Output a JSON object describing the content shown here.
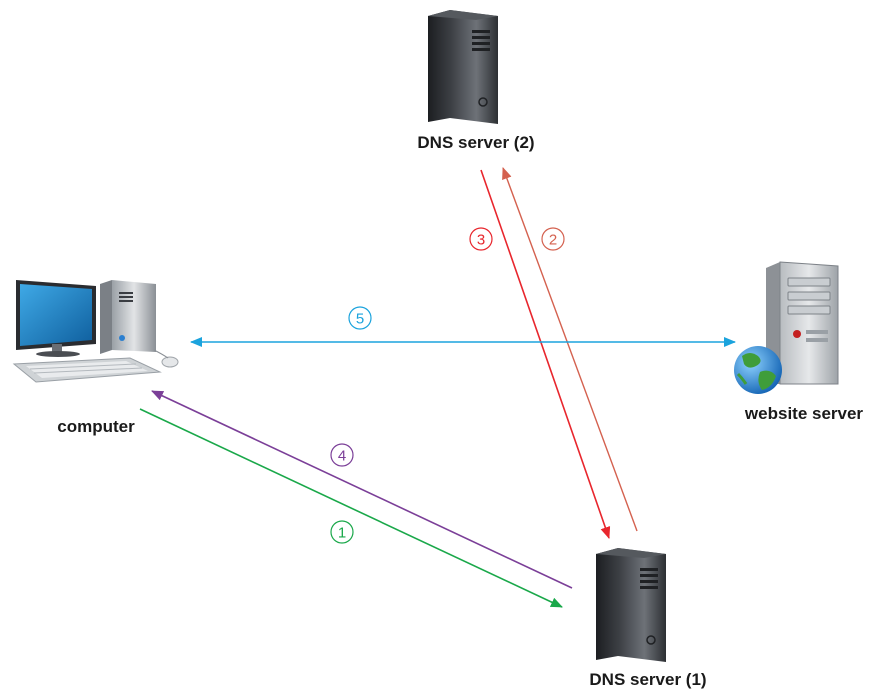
{
  "nodes": {
    "computer": {
      "label": "computer",
      "icon": "desktop-computer-icon"
    },
    "dns_server_1": {
      "label": "DNS server (1)",
      "icon": "server-tower-icon"
    },
    "dns_server_2": {
      "label": "DNS server (2)",
      "icon": "server-tower-icon"
    },
    "website_server": {
      "label": "website server",
      "icon": "web-server-globe-icon"
    }
  },
  "steps": [
    {
      "number": "1",
      "from": "computer",
      "to": "DNS server (1)",
      "color": "#1aa84a"
    },
    {
      "number": "2",
      "from": "DNS server (1)",
      "to": "DNS server (2)",
      "color": "#d4614f"
    },
    {
      "number": "3",
      "from": "DNS server (2)",
      "to": "DNS server (1)",
      "color": "#e8262d"
    },
    {
      "number": "4",
      "from": "DNS server (1)",
      "to": "computer",
      "color": "#7b3f98"
    },
    {
      "number": "5",
      "from": "computer",
      "to": "website server",
      "color": "#1ba3dd",
      "bidirectional": true
    }
  ]
}
